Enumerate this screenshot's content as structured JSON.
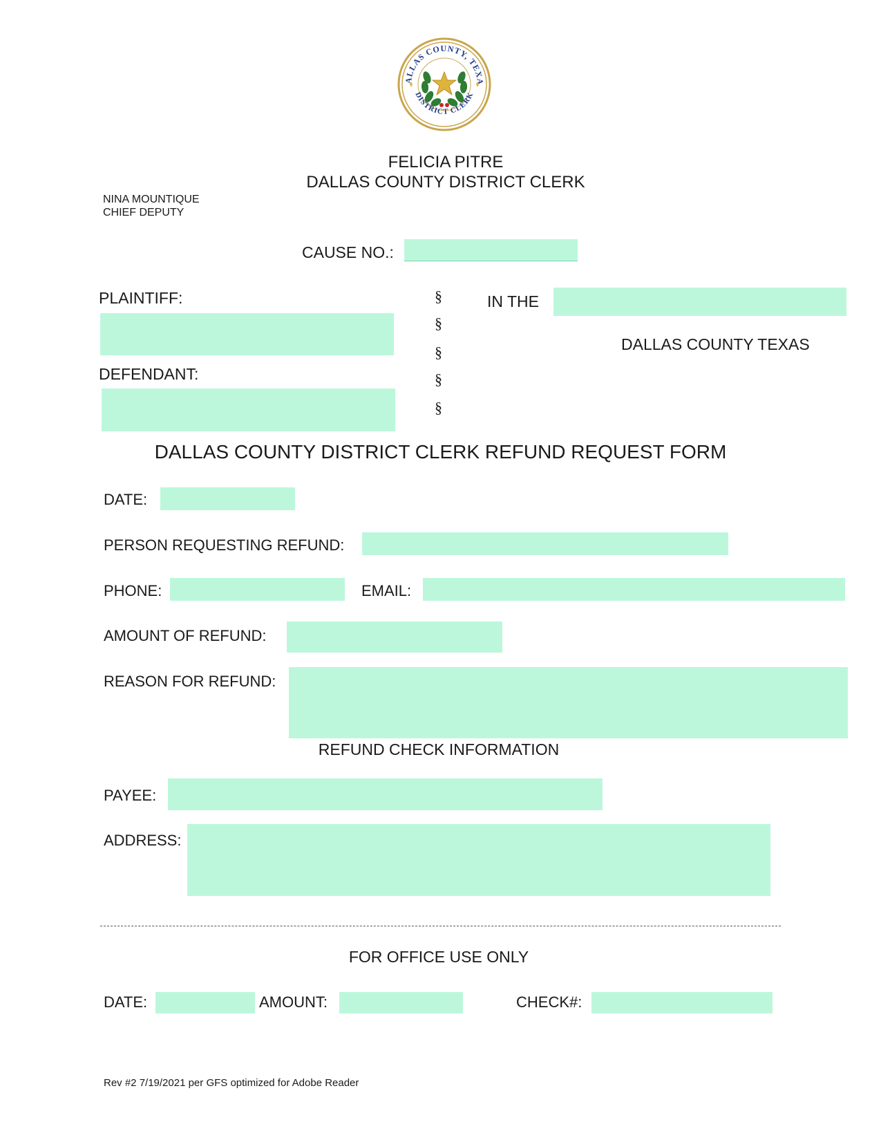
{
  "seal": {
    "top_text": "DALLAS COUNTY, TEXAS",
    "bottom_text": "DISTRICT CLERK",
    "colors": {
      "ring": "#c9a54a",
      "text": "#1f3a8a",
      "wreath": "#2e7d32",
      "star": "#e0b43a",
      "ribbon": "#c62828"
    }
  },
  "header": {
    "clerk_name": "FELICIA PITRE",
    "clerk_title": "DALLAS COUNTY DISTRICT CLERK",
    "deputy_name": "NINA MOUNTIQUE",
    "deputy_title": "CHIEF DEPUTY"
  },
  "case": {
    "cause_no_label": "CAUSE NO.:",
    "cause_no_value": "",
    "plaintiff_label": "PLAINTIFF:",
    "plaintiff_value": "",
    "defendant_label": "DEFENDANT:",
    "defendant_value": "",
    "section_symbols": [
      "§",
      "§",
      "§",
      "§",
      "§"
    ],
    "in_the_label": "IN THE",
    "court_value": "",
    "county_text": "DALLAS COUNTY TEXAS"
  },
  "form_title": "DALLAS COUNTY DISTRICT CLERK REFUND REQUEST FORM",
  "request": {
    "date_label": "DATE:",
    "date_value": "",
    "person_label": "PERSON REQUESTING REFUND:",
    "person_value": "",
    "phone_label": "PHONE:",
    "phone_value": "",
    "email_label": "EMAIL:",
    "email_value": "",
    "amount_label": "AMOUNT OF REFUND:",
    "amount_value": "",
    "reason_label": "REASON FOR REFUND:",
    "reason_value": ""
  },
  "check_info": {
    "heading": "REFUND CHECK INFORMATION",
    "payee_label": "PAYEE:",
    "payee_value": "",
    "address_label": "ADDRESS:",
    "address_value": ""
  },
  "office_use": {
    "heading": "FOR OFFICE USE ONLY",
    "date_label": "DATE:",
    "date_value": "",
    "amount_label": "AMOUNT:",
    "amount_value": "",
    "check_label": "CHECK#:",
    "check_value": ""
  },
  "footer": {
    "revision": "Rev #2 7/19/2021 per GFS optimized for Adobe Reader"
  },
  "colors": {
    "field_fill": "#bcf7dc"
  }
}
